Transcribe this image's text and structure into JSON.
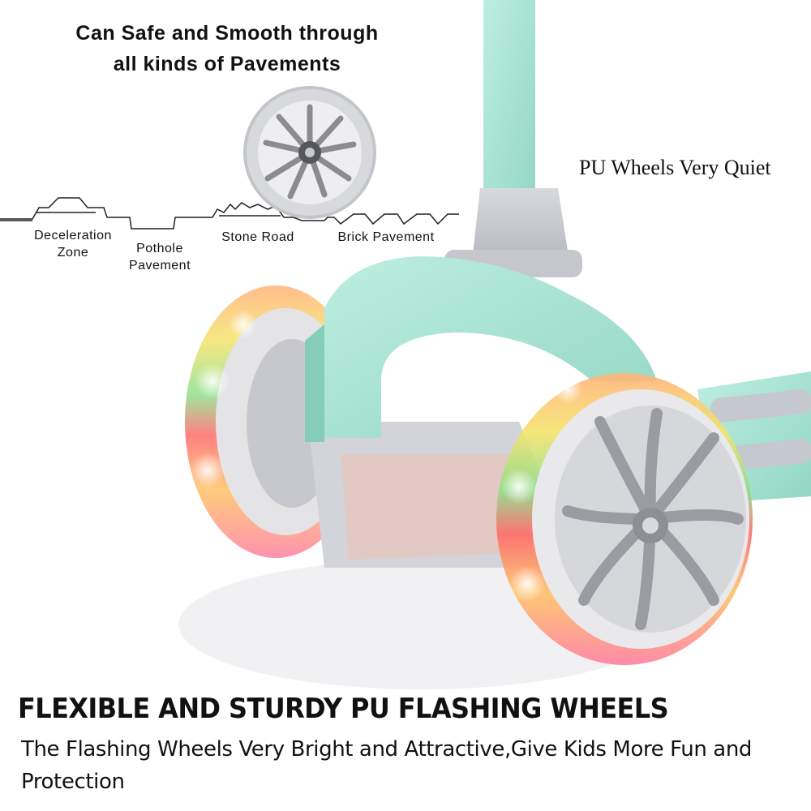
{
  "heading": {
    "line1": "Can Safe and Smooth through",
    "line2": "all kinds of Pavements"
  },
  "wheel_label": "PU Wheels Very Quiet",
  "terrain": {
    "deceleration": {
      "line1": "Deceleration",
      "line2": "Zone"
    },
    "pothole": {
      "line1": "Pothole",
      "line2": "Pavement"
    },
    "stone": "Stone Road",
    "brick": "Brick Pavement"
  },
  "headline": "FLEXIBLE AND STURDY PU FLASHING WHEELS",
  "description": "The Flashing Wheels Very Bright and Attractive,Give Kids More Fun and Protection",
  "colors": {
    "mint": "#a9e4d5",
    "grey": "#c9cbd1",
    "text": "#111111"
  },
  "icons": [
    "wheel-icon",
    "scooter-photo"
  ]
}
